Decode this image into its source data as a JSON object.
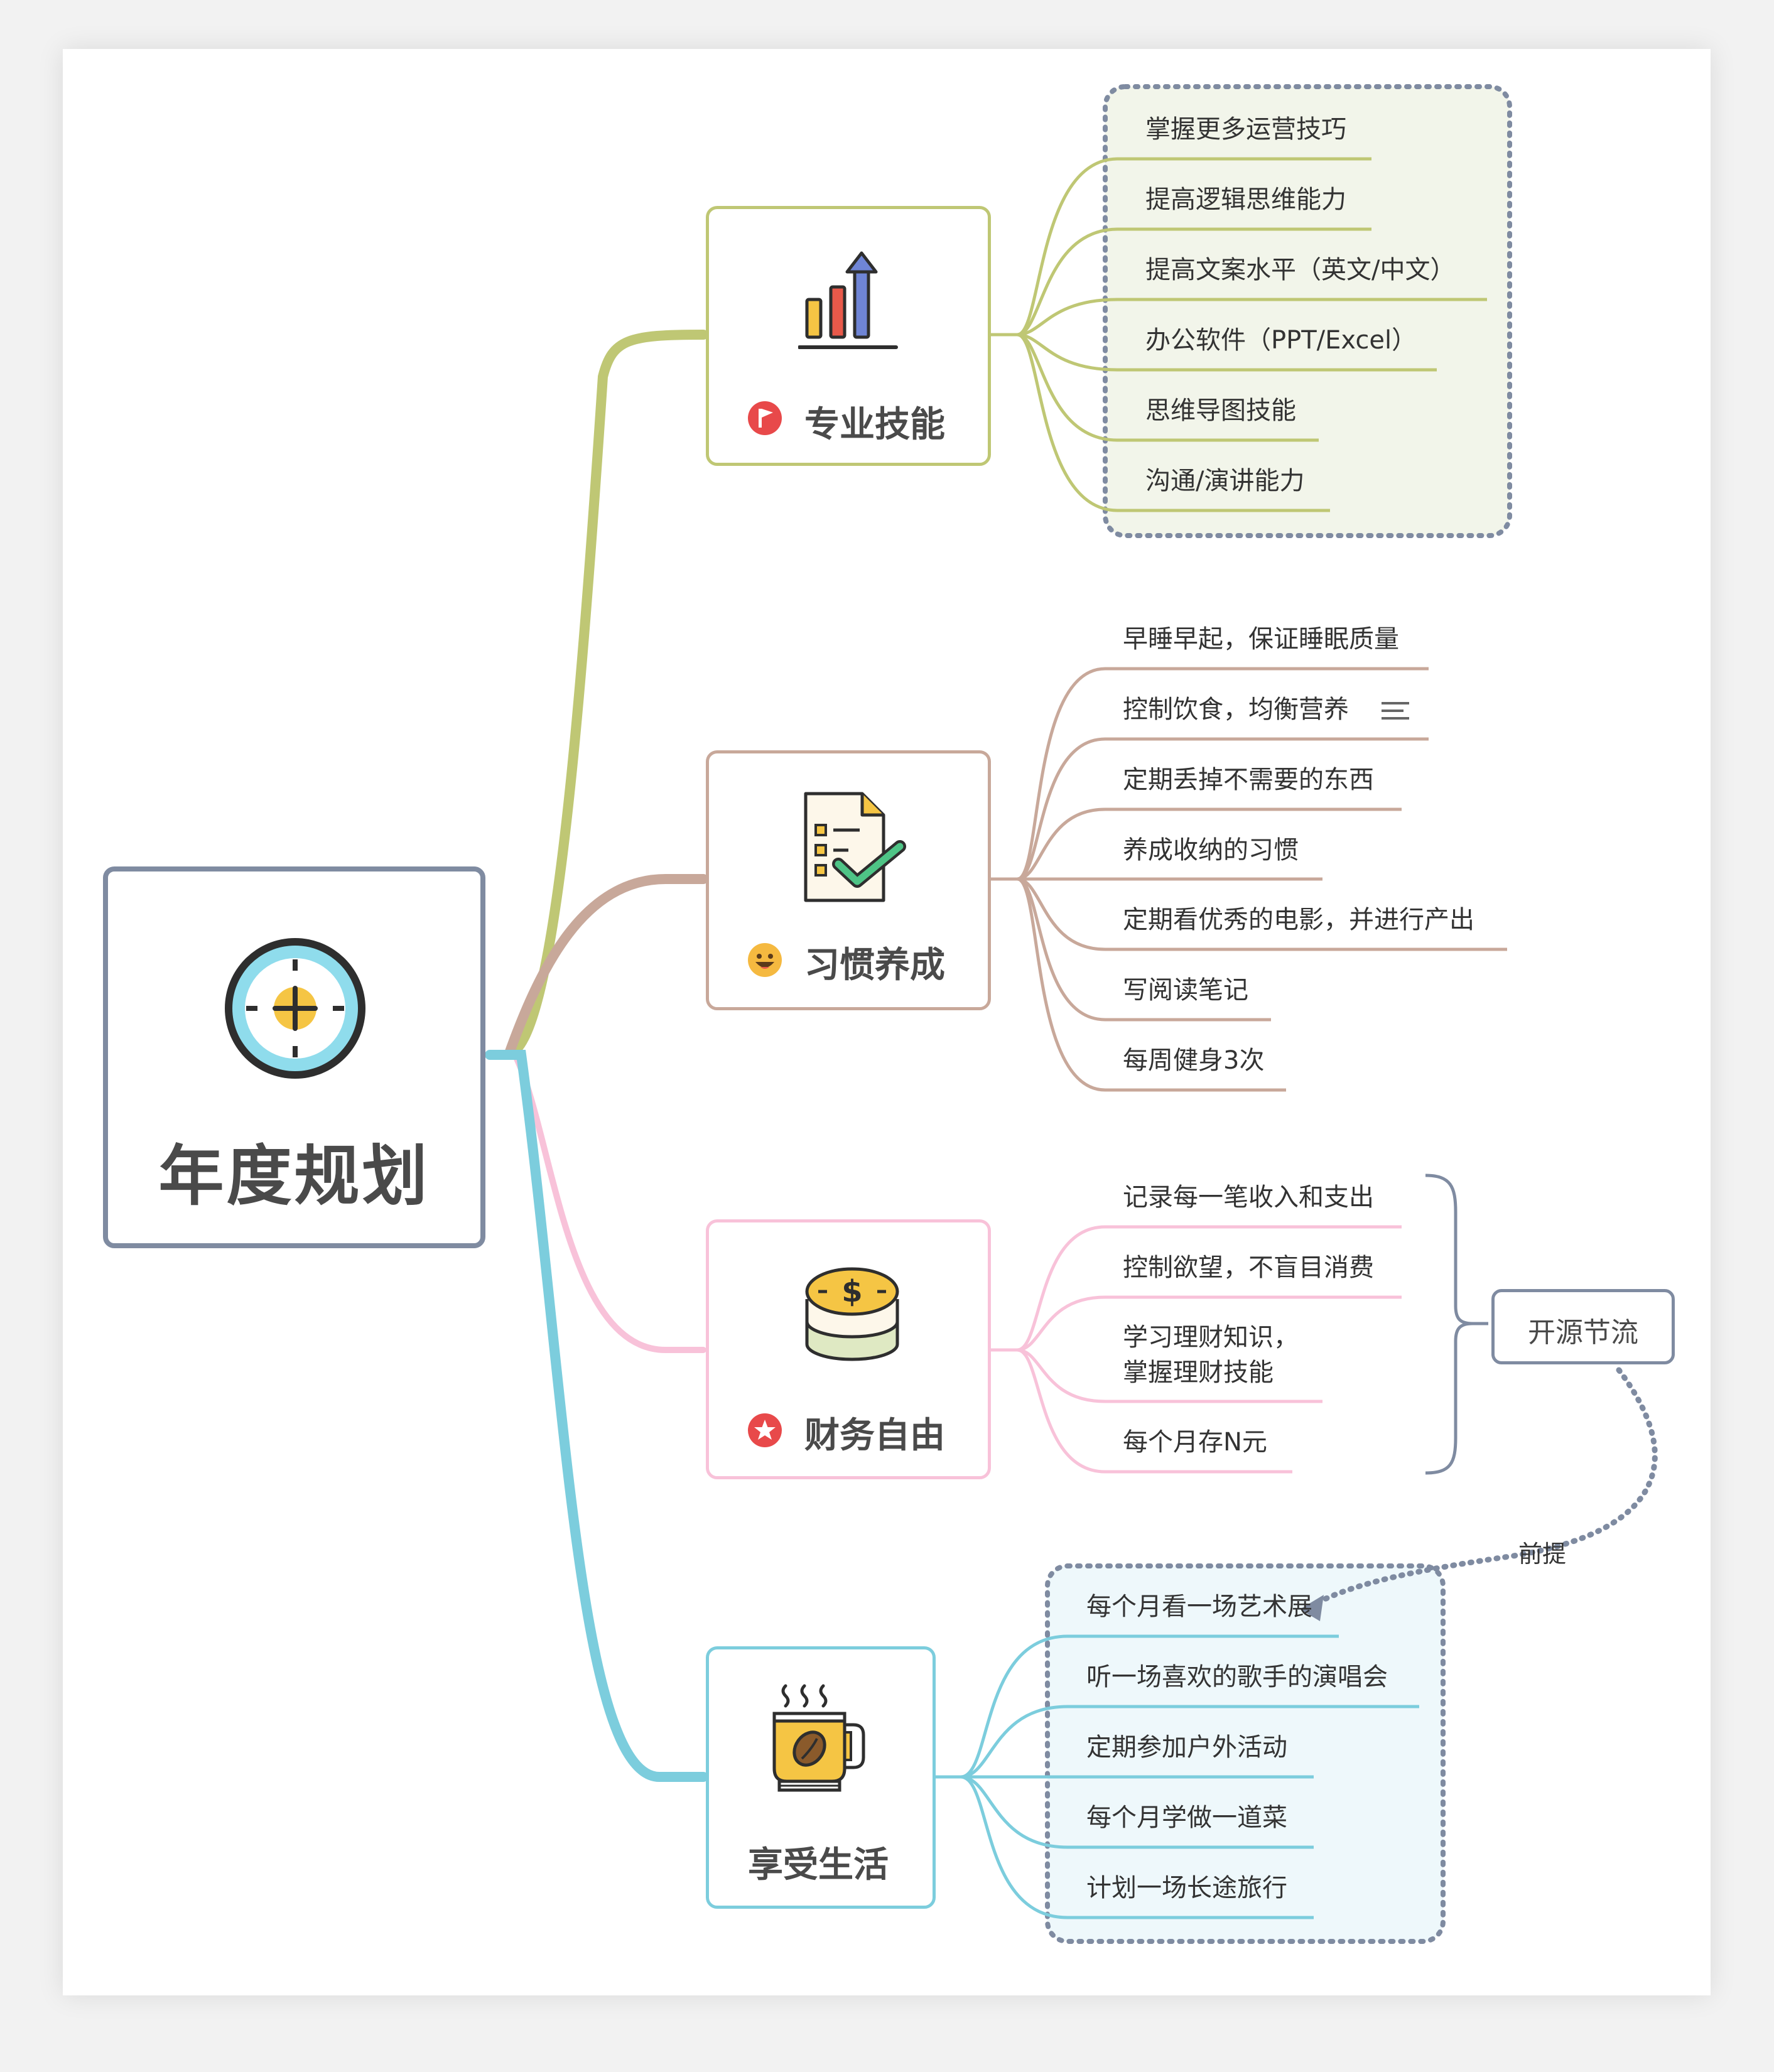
{
  "root": {
    "title": "年度规划",
    "icon": "clock-icon"
  },
  "topics": [
    {
      "title": "专业技能",
      "marker": "flag-marker-icon",
      "icon": "bar-chart-icon",
      "color": "#bfc774",
      "items": [
        "掌握更多运营技巧",
        "提高逻辑思维能力",
        "提高文案水平（英文/中文）",
        "办公软件（PPT/Excel）",
        "思维导图技能",
        "沟通/演讲能力"
      ]
    },
    {
      "title": "习惯养成",
      "marker": "smiley-marker-icon",
      "icon": "checklist-icon",
      "color": "#c8a89a",
      "items": [
        "早睡早起，保证睡眠质量",
        "控制饮食，均衡营养",
        "定期丢掉不需要的东西",
        "养成收纳的习惯",
        "定期看优秀的电影，并进行产出",
        "写阅读笔记",
        "每周健身3次"
      ]
    },
    {
      "title": "财务自由",
      "marker": "star-marker-icon",
      "icon": "coin-stack-icon",
      "color": "#f8c2d9",
      "items": [
        "记录每一笔收入和支出",
        "控制欲望，不盲目消费",
        "学习理财知识，",
        "掌握理财技能",
        "每个月存N元"
      ]
    },
    {
      "title": "享受生活",
      "marker": "",
      "icon": "coffee-mug-icon",
      "color": "#7ccddd",
      "items": [
        "每个月看一场艺术展",
        "听一场喜欢的歌手的演唱会",
        "定期参加户外活动",
        "每个月学做一道菜",
        "计划一场长途旅行"
      ]
    }
  ],
  "summary": {
    "label": "开源节流"
  },
  "relationship": {
    "label": "前提"
  },
  "colors": {
    "root_border": "#7f8ba1",
    "boundary": "#7f8ba1",
    "boundary_fill_1": "#f2f5ea",
    "boundary_fill_4": "#eef8fb"
  }
}
